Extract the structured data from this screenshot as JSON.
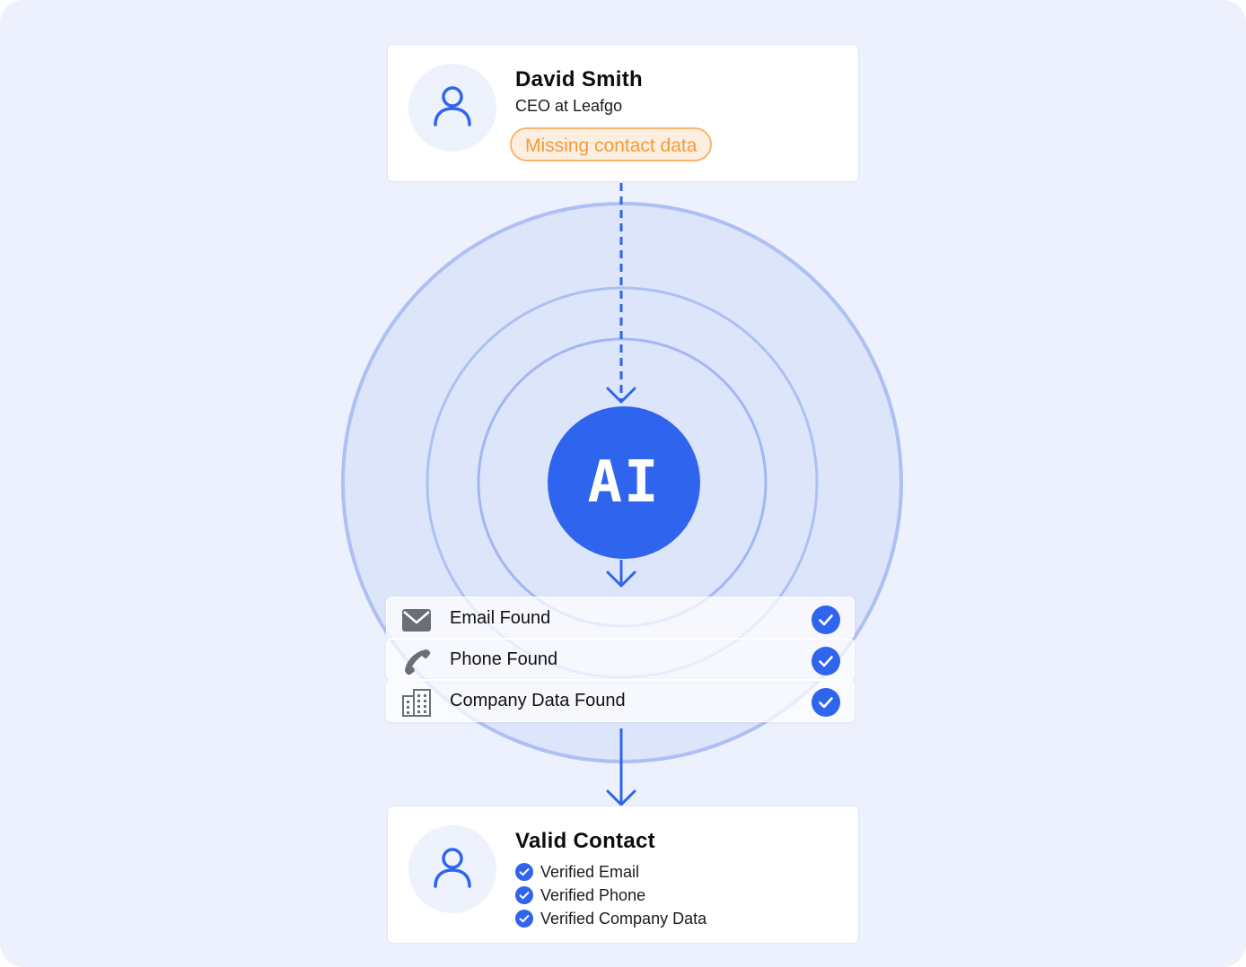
{
  "source_card": {
    "name": "David Smith",
    "role": "CEO at Leafgo",
    "badge": "Missing contact data",
    "avatar_icon": "user-icon"
  },
  "processor": {
    "label": "AI"
  },
  "results": [
    {
      "label": "Email Found",
      "icon": "envelope-icon",
      "status_icon": "check-circle-icon"
    },
    {
      "label": "Phone Found",
      "icon": "phone-icon",
      "status_icon": "check-circle-icon"
    },
    {
      "label": "Company Data Found",
      "icon": "building-icon",
      "status_icon": "check-circle-icon"
    }
  ],
  "output_card": {
    "title": "Valid Contact",
    "avatar_icon": "user-icon",
    "items": [
      "Verified Email",
      "Verified Phone",
      "Verified Company Data"
    ]
  },
  "colors": {
    "background": "#edf1fd",
    "accent": "#2f64ee",
    "warning_text": "#f39a3d",
    "warning_border": "#f8b46c",
    "warning_fill": "#fdefe0",
    "ring": "#aebff4",
    "ring_fill": "#dde5fb",
    "icon_gray": "#6b6e74"
  }
}
